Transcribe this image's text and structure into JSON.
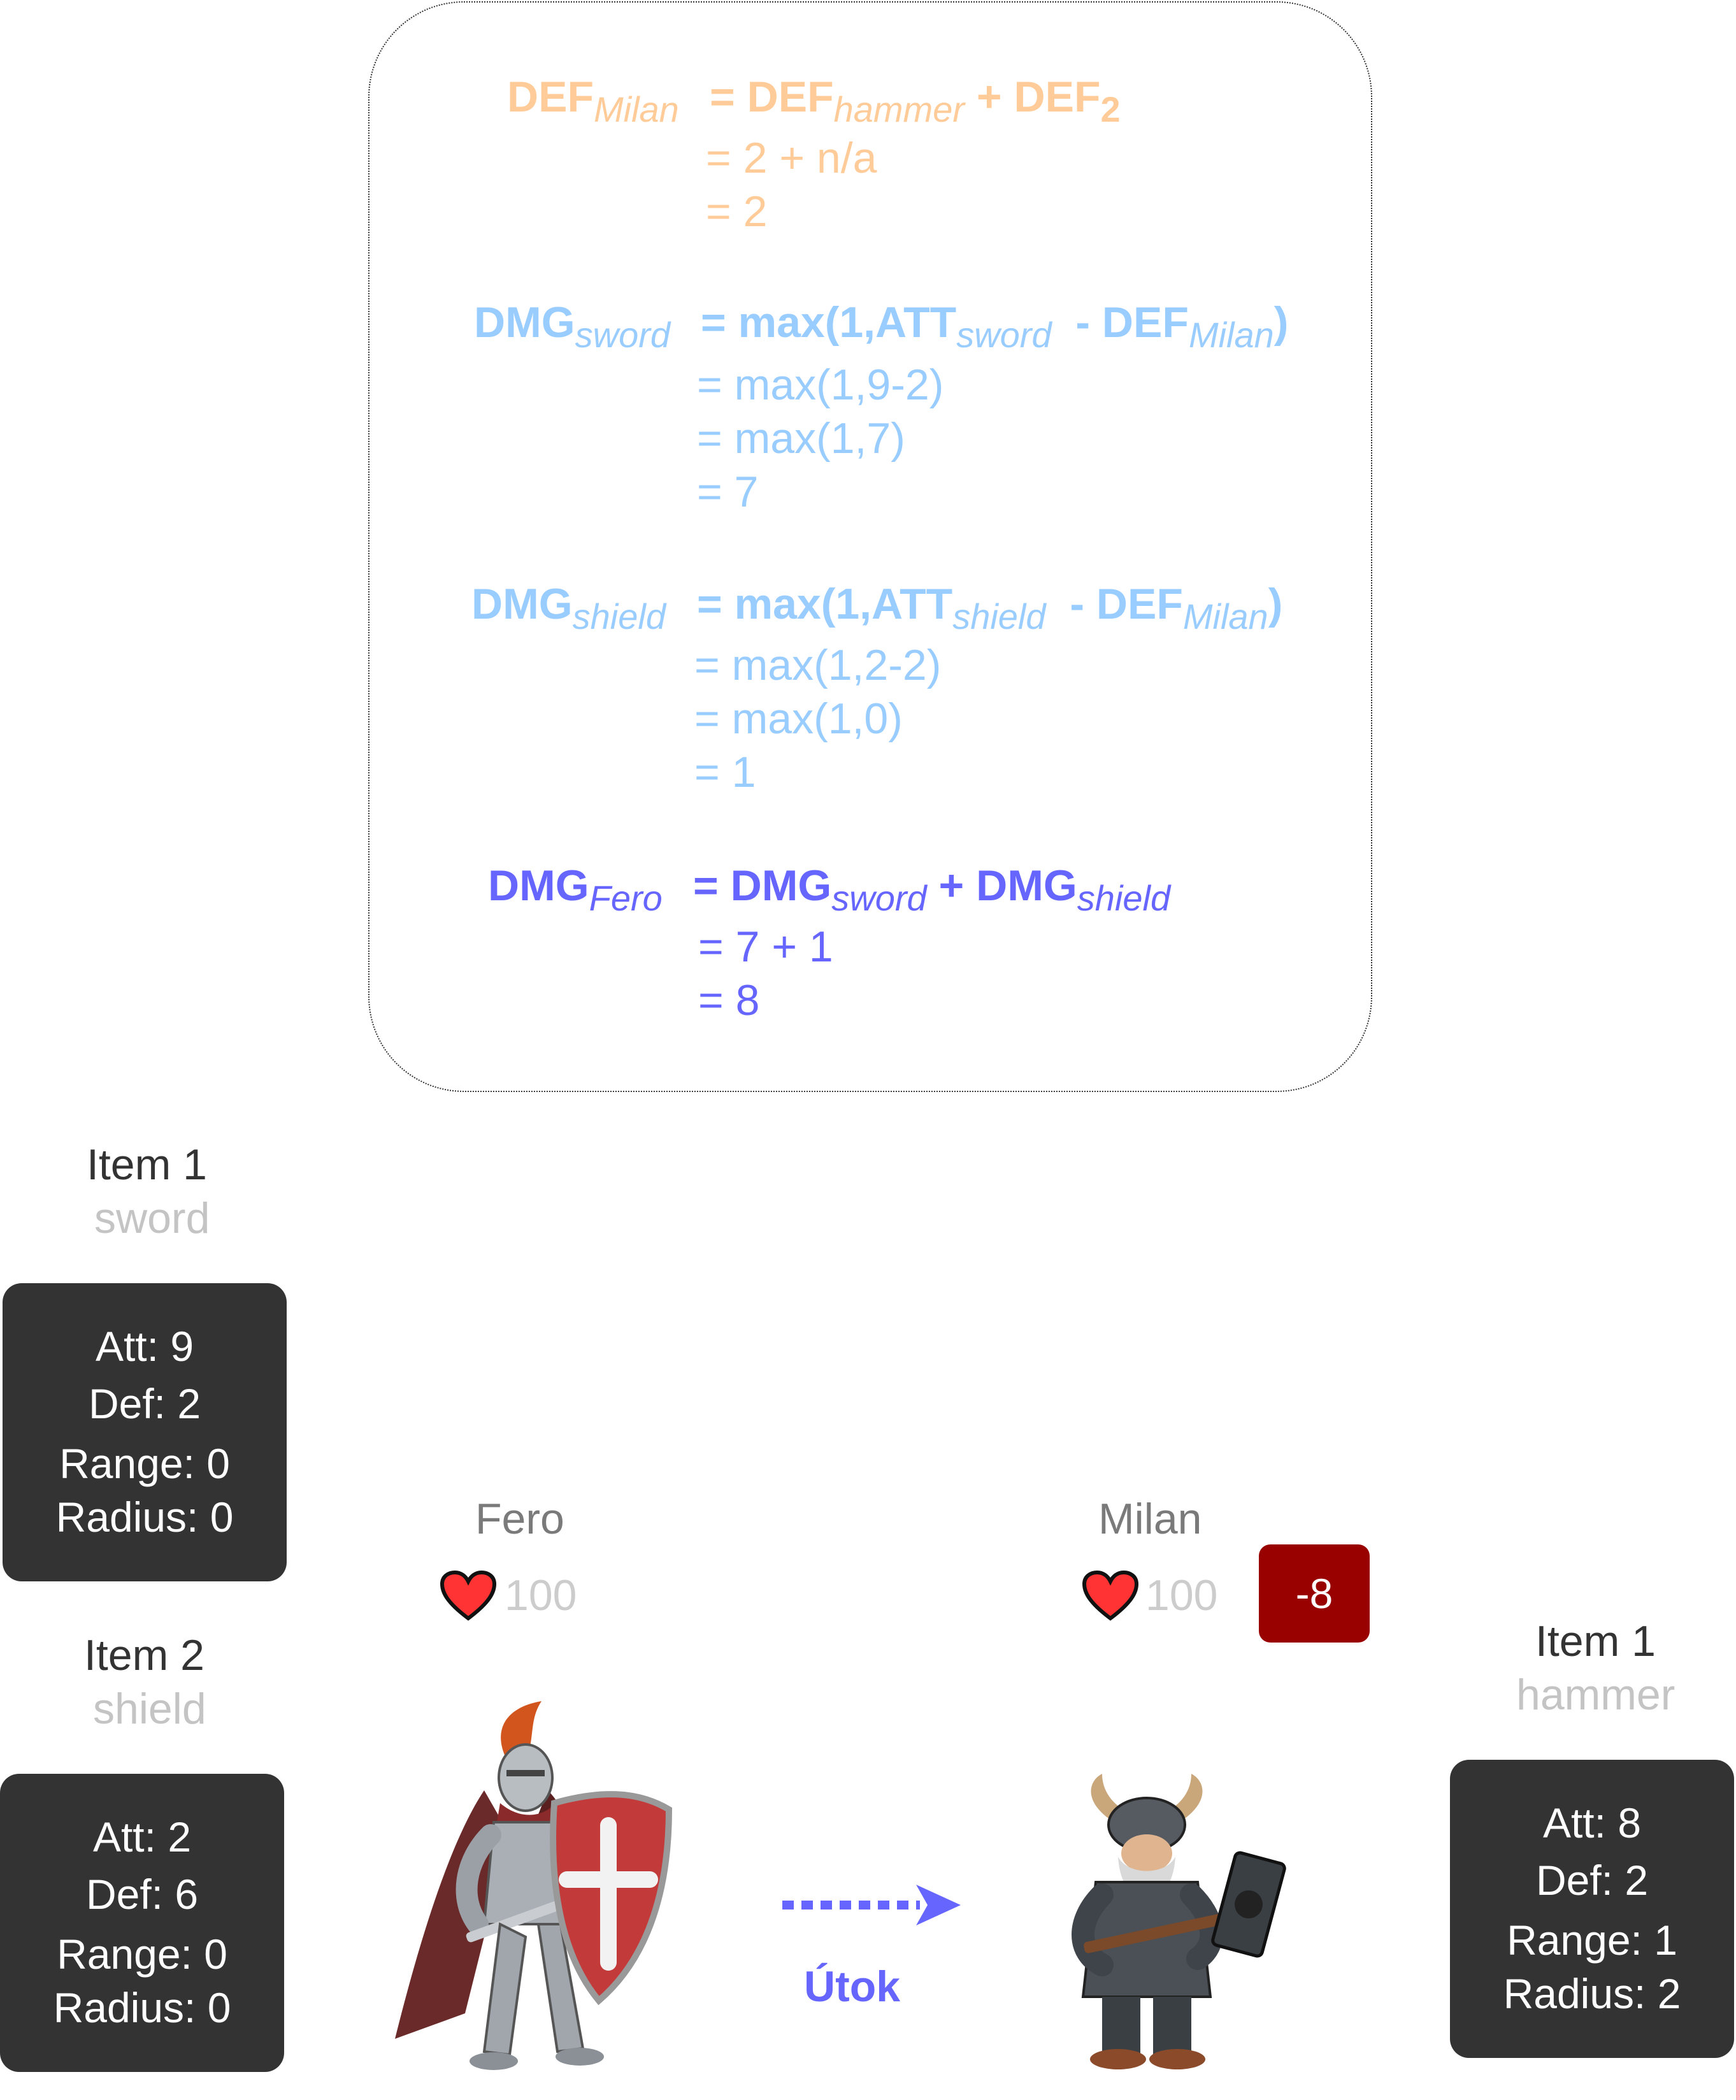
{
  "formulas": {
    "def_milan": {
      "lhs": "DEF",
      "lhs_sub": "Milan",
      "rhs_a": "= DEF",
      "rhs_a_sub": "hammer",
      "rhs_b": "+ DEF",
      "rhs_b_sub": "2",
      "steps": [
        "= 2 + n/a",
        "= 2"
      ]
    },
    "dmg_sword": {
      "lhs": "DMG",
      "lhs_sub": "sword",
      "rhs_a": "= max(1,ATT",
      "rhs_a_sub": "sword",
      "rhs_b": "- DEF",
      "rhs_b_sub": "Milan",
      "rhs_close": ")",
      "steps": [
        "= max(1,9-2)",
        "= max(1,7)",
        "= 7"
      ]
    },
    "dmg_shield": {
      "lhs": "DMG",
      "lhs_sub": "shield",
      "rhs_a": "= max(1,ATT",
      "rhs_a_sub": "shield",
      "rhs_b": "- DEF",
      "rhs_b_sub": "Milan",
      "rhs_close": ")",
      "steps": [
        "= max(1,2-2)",
        "= max(1,0)",
        "= 1"
      ]
    },
    "dmg_fero": {
      "lhs": "DMG",
      "lhs_sub": "Fero",
      "rhs_a": "= DMG",
      "rhs_a_sub": "sword",
      "rhs_b": "+ DMG",
      "rhs_b_sub": "shield",
      "steps": [
        "= 7 + 1",
        "= 8"
      ]
    }
  },
  "fero": {
    "name": "Fero",
    "hp": "100",
    "items": [
      {
        "title": "Item 1",
        "name": "sword",
        "att": "Att: 9",
        "def": "Def: 2",
        "range": "Range: 0",
        "radius": "Radius: 0"
      },
      {
        "title": "Item 2",
        "name": "shield",
        "att": "Att: 2",
        "def": "Def: 6",
        "range": "Range: 0",
        "radius": "Radius: 0"
      }
    ]
  },
  "milan": {
    "name": "Milan",
    "hp": "100",
    "damage": "-8",
    "items": [
      {
        "title": "Item 1",
        "name": "hammer",
        "att": "Att: 8",
        "def": "Def: 2",
        "range": "Range: 1",
        "radius": "Radius: 2"
      }
    ]
  },
  "attack_label": "Útok",
  "colors": {
    "def_formula": "#FFCC99",
    "dmg_item_formula": "#99CCFF",
    "dmg_total_formula": "#6666FF",
    "card_bg": "#333333",
    "damage_badge": "#990000",
    "heart": "#FF3333"
  },
  "icons": [
    "heart-icon",
    "knight-figure",
    "dwarf-figure",
    "dotted-arrow-icon"
  ]
}
